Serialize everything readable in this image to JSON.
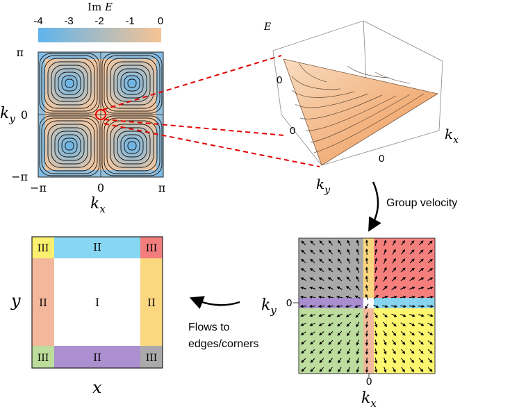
{
  "colorbar": {
    "title": "Im E",
    "ticks": [
      "-4",
      "-3",
      "-2",
      "-1",
      "0"
    ],
    "color_low": "#5fb4ee",
    "color_high": "#f7c393"
  },
  "bz_plot": {
    "y_label": "k_y",
    "x_label": "k_x",
    "y_ticks": [
      "π",
      "0",
      "−π"
    ],
    "x_ticks": [
      "−π",
      "0",
      "π"
    ],
    "highlight": "red-circle-at-origin"
  },
  "surface_plot": {
    "axis_E": "E",
    "axis_kx": "k_x",
    "axis_ky": "k_y",
    "tick_E0": "0",
    "tick_ky0": "0",
    "tick_kx0": "0"
  },
  "arrow_group_velocity": "Group velocity",
  "arrow_flows": [
    "Flows to",
    "edges/corners"
  ],
  "velocity_plot": {
    "y_label": "k_y",
    "x_label": "k_x",
    "y_tick": "0",
    "x_tick": "0",
    "regions": {
      "top_left": "#a9a9a9",
      "top_right": "#f47f7d",
      "bottom_left": "#bcdd9e",
      "bottom_right": "#fdf66f",
      "left_strip": "#a98fd0",
      "right_strip": "#88d4ef",
      "top_strip": "#fbd67f",
      "bottom_strip": "#f2b99d"
    }
  },
  "real_space": {
    "x_label": "x",
    "y_label": "y",
    "center": "I",
    "edge_top": "II",
    "edge_bottom": "II",
    "edge_left": "II",
    "edge_right": "II",
    "corner_tl": "III",
    "corner_tr": "III",
    "corner_bl": "III",
    "corner_br": "III",
    "colors": {
      "top": "#87d6f3",
      "bottom": "#ab8fcf",
      "left": "#f3b89b",
      "right": "#fbd880",
      "corner_tl": "#fbf06f",
      "corner_tr": "#f27d7d",
      "corner_bl": "#bcdd9c",
      "corner_br": "#aaaaaa"
    }
  }
}
